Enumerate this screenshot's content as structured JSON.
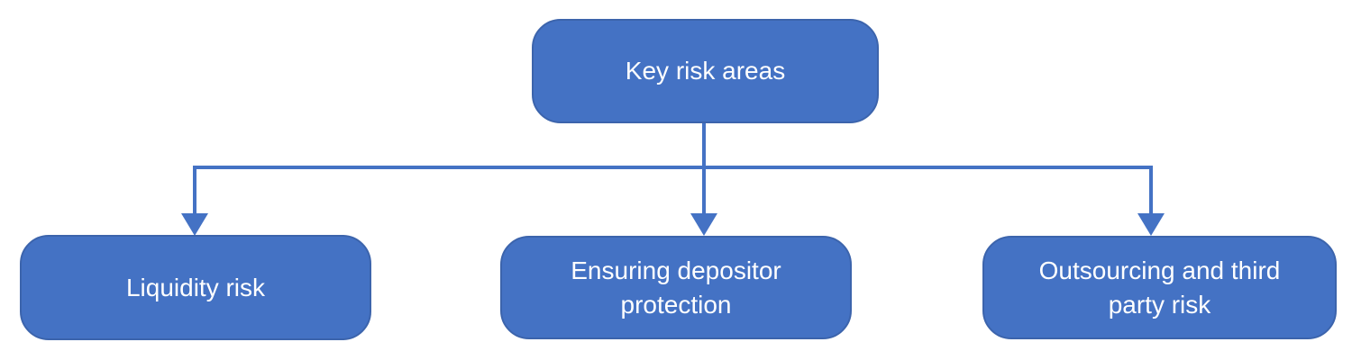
{
  "diagram": {
    "type": "hierarchy",
    "root": {
      "label": "Key risk areas"
    },
    "children": [
      {
        "label": "Liquidity risk"
      },
      {
        "label": "Ensuring depositor protection"
      },
      {
        "label": "Outsourcing and third party risk"
      }
    ]
  },
  "colors": {
    "node_fill": "#4472C4",
    "node_border": "#3C64AC",
    "node_text": "#FFFFFF",
    "connector": "#4472C4",
    "background": "#FFFFFF"
  }
}
